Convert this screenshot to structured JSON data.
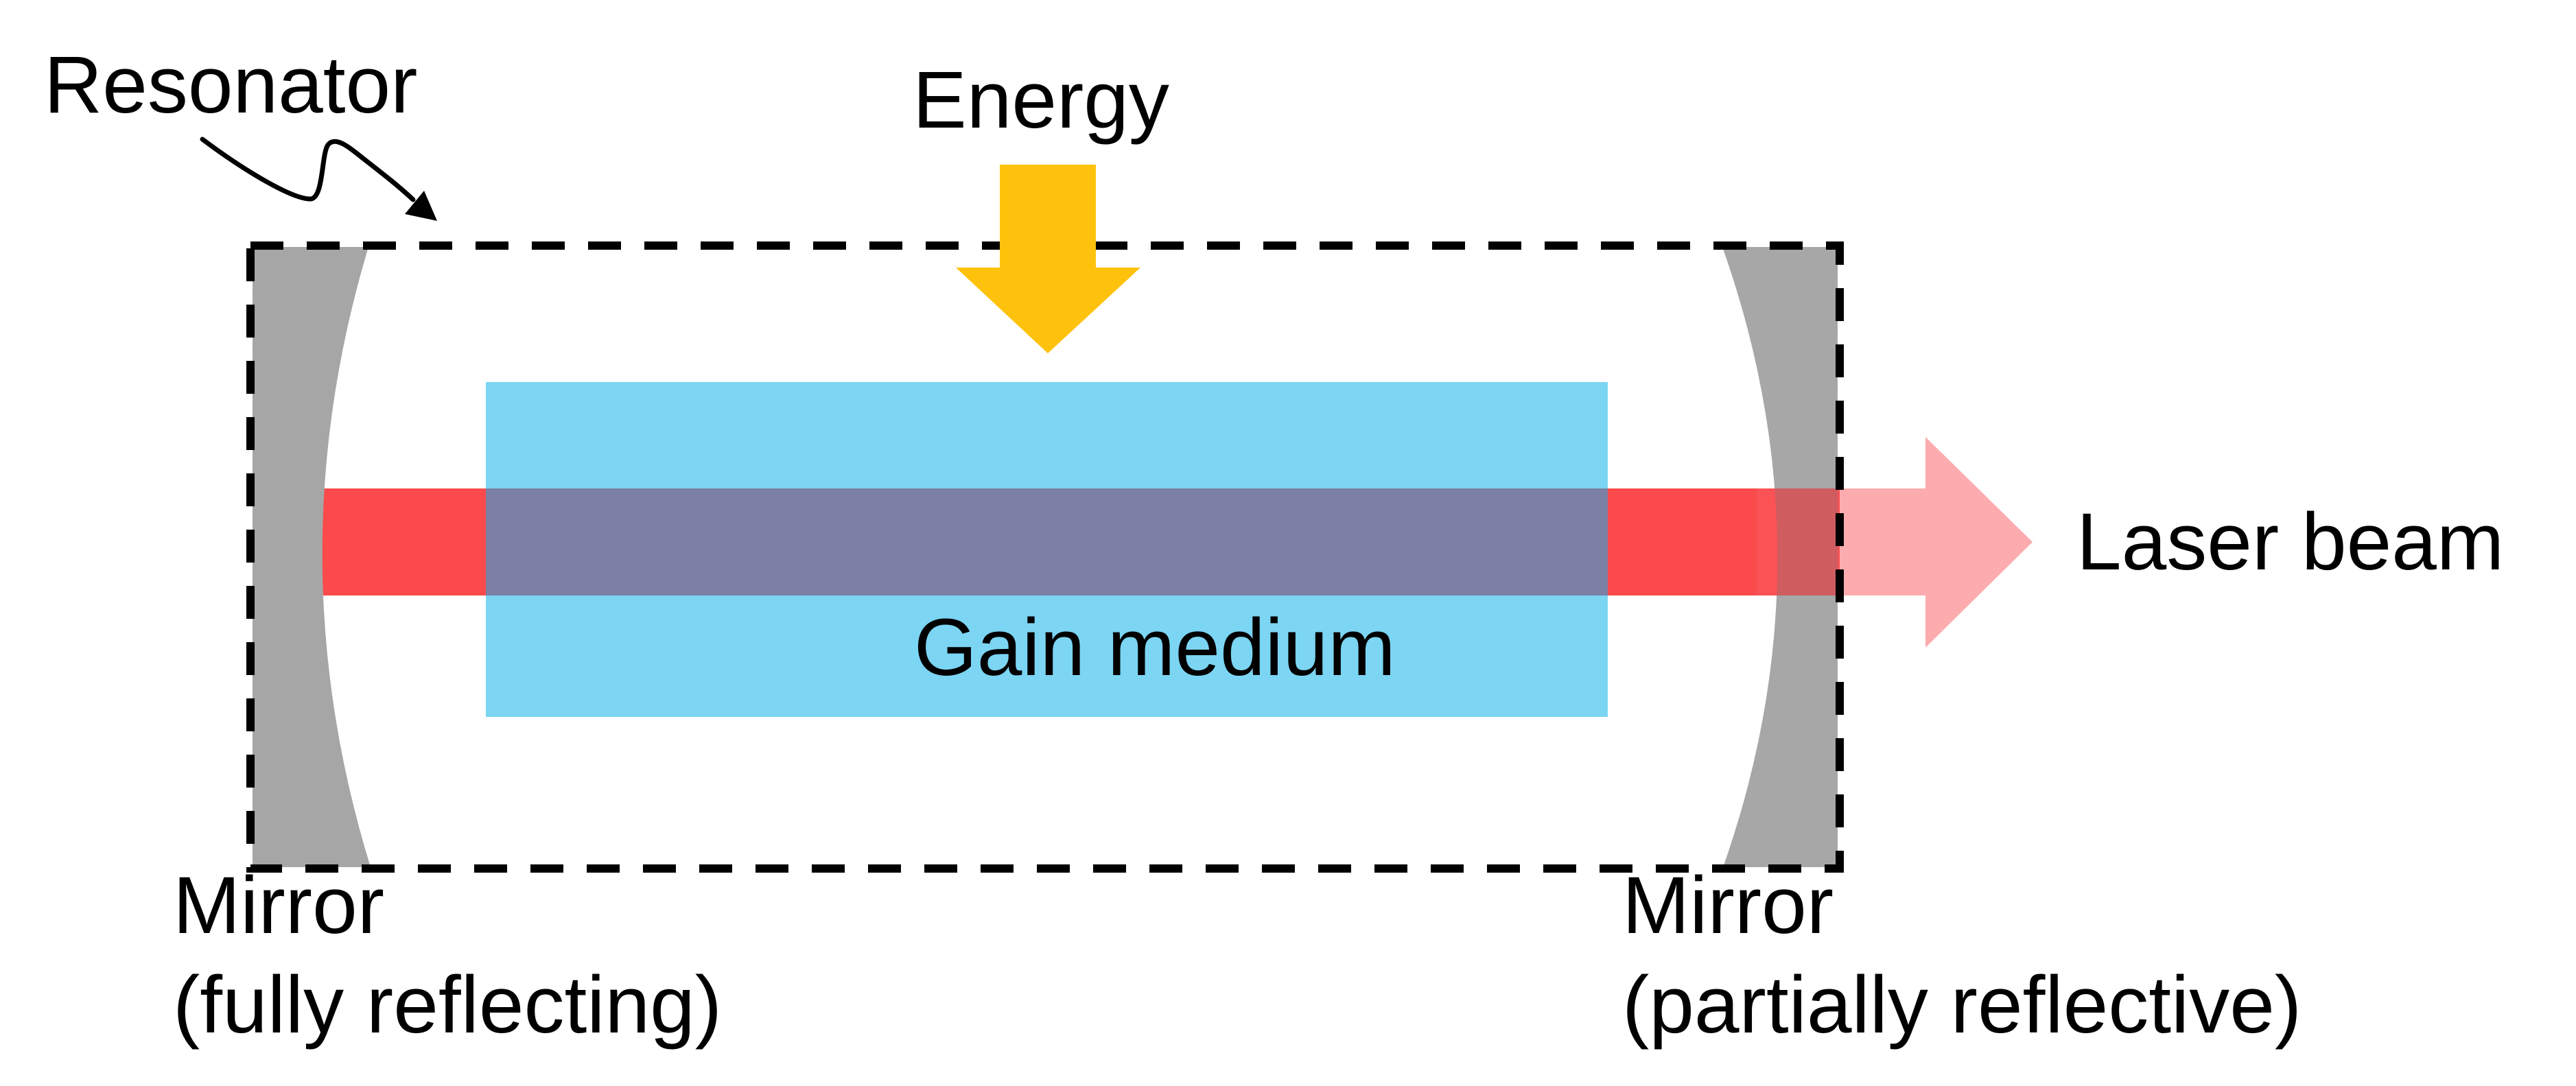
{
  "diagram": {
    "title": "Laser resonator diagram",
    "labels": {
      "resonator": "Resonator",
      "energy": "Energy",
      "gain_medium": "Gain medium",
      "laser_beam": "Laser beam",
      "mirror_left_line1": "Mirror",
      "mirror_left_line2": "(fully reflecting)",
      "mirror_right_line1": "Mirror",
      "mirror_right_line2": "(partially reflective)"
    },
    "colors": {
      "gain_medium_blue": "#7bd5f3",
      "beam_red": "#fa4a4b",
      "beam_in_medium_purple": "#7c80a5",
      "mirror_gray": "#a6a6a6",
      "mirror_gray_translucent": "#6c6c6c",
      "output_beam_pink": "#f9595f",
      "energy_arrow_amber": "#fec20d",
      "outline_black": "#000000"
    }
  }
}
